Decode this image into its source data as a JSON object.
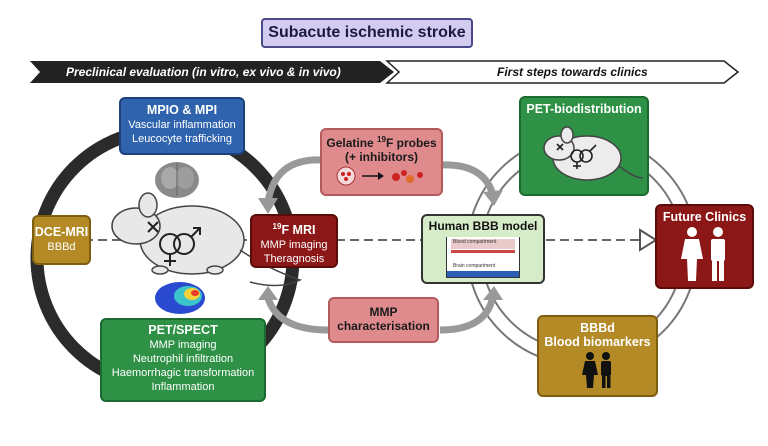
{
  "title": "Subacute ischemic stroke",
  "banners": {
    "left": "Preclinical evaluation (in vitro, ex vivo & in vivo)",
    "right": "First steps towards clinics"
  },
  "mpio": {
    "title": "MPIO & MPI",
    "lines": [
      "Vascular inflammation",
      "Leucocyte trafficking"
    ]
  },
  "dce": {
    "title": "DCE-MRI",
    "line": "BBBd"
  },
  "fmri": {
    "title_sup": "19",
    "title_rest": "F MRI",
    "lines": [
      "MMP imaging",
      "Theragnosis"
    ]
  },
  "petspect": {
    "title": "PET/SPECT",
    "lines": [
      "MMP imaging",
      "Neutrophil infiltration",
      "Haemorrhagic transformation",
      "Inflammation"
    ]
  },
  "gelatine": {
    "title_pre": "Gelatine ",
    "title_sup": "19",
    "title_post": "F probes",
    "line": "(+ inhibitors)"
  },
  "mmp": {
    "lines": [
      "MMP",
      "characterisation"
    ]
  },
  "bbb": {
    "title": "Human BBB model",
    "blood": "Blood compartment",
    "brain": "Brain compartment"
  },
  "pet_bio": {
    "title": "PET-biodistribution"
  },
  "future": {
    "title": "Future Clinics"
  },
  "biomarkers": {
    "lines": [
      "BBBd",
      "Blood biomarkers"
    ]
  },
  "colors": {
    "blue": "#2f63ad",
    "gold": "#b38a26",
    "green": "#2e9146",
    "darkred": "#8b1717",
    "pink": "#df8b8e",
    "lavender": "#d4ccf0"
  }
}
